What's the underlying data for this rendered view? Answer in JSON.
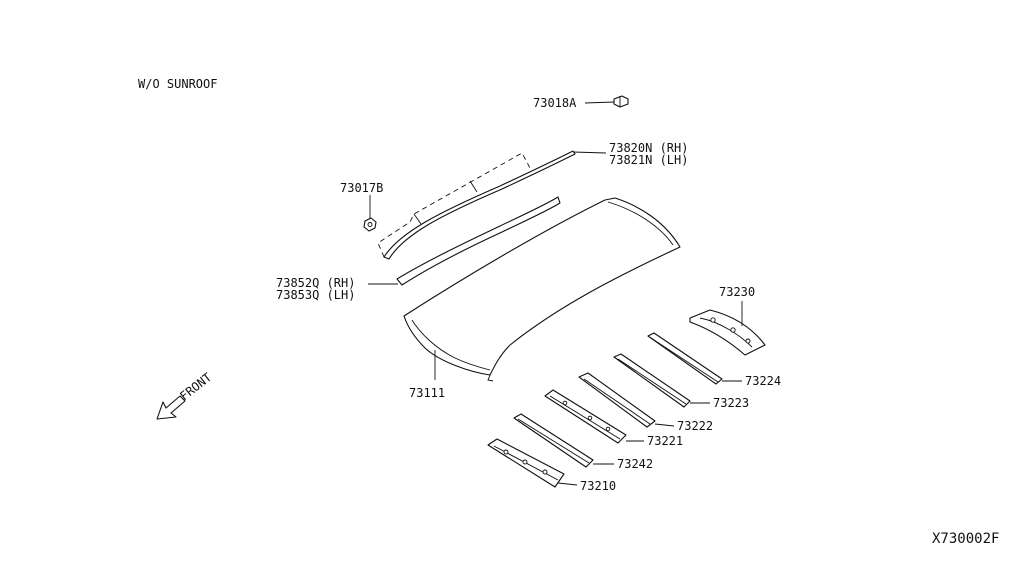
{
  "variant_note": "W/O SUNROOF",
  "direction_label": "FRONT",
  "diagram_code": "X730002F",
  "callouts": {
    "clip_73018a": "73018A",
    "molding_rh": "73820N (RH)",
    "molding_lh": "73821N (LH)",
    "clip_73017b": "73017B",
    "weatherstrip_rh": "73852Q (RH)",
    "weatherstrip_lh": "73853Q (LH)",
    "roof_panel": "73111",
    "bow_73230": "73230",
    "bow_73224": "73224",
    "bow_73223": "73223",
    "bow_73222": "73222",
    "bow_73221": "73221",
    "bow_73242": "73242",
    "rail_73210": "73210"
  }
}
